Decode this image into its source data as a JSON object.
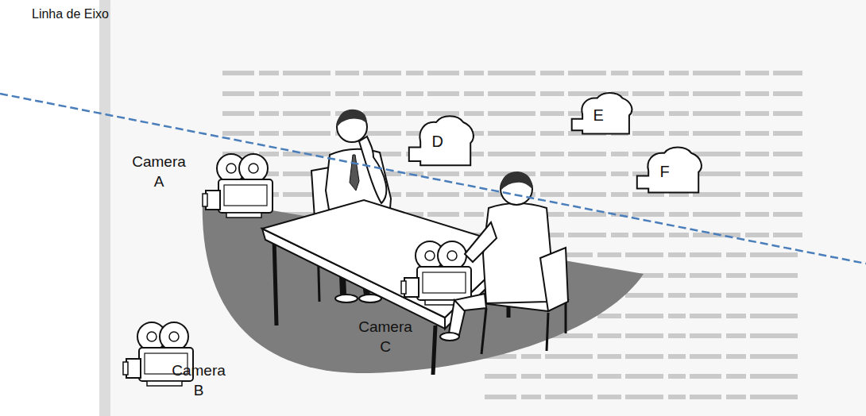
{
  "diagram": {
    "nodes": [
      {
        "text": [
          "D"
        ]
      },
      {
        "text": [
          "E"
        ]
      },
      {
        "text": [
          "F"
        ]
      }
    ],
    "labels": [
      "Linha de Eixo",
      "Camera A",
      "Camera B",
      "Camera C"
    ]
  }
}
